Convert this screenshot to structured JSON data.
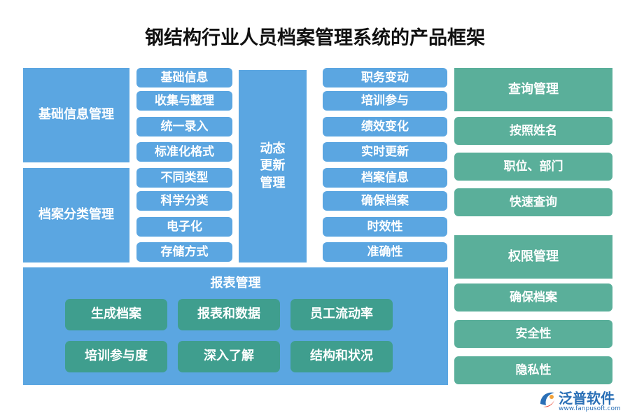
{
  "title": "钢结构行业人员档案管理系统的产品框架",
  "left_sections": [
    {
      "label": "基础信息管理",
      "items": [
        "基础信息",
        "收集与整理",
        "统一录入",
        "标准化格式"
      ]
    },
    {
      "label": "档案分类管理",
      "items": [
        "不同类型",
        "科学分类",
        "电子化",
        "存储方式"
      ]
    }
  ],
  "center": {
    "label_lines": [
      "动态",
      "更新",
      "管理"
    ]
  },
  "right_column": [
    "职务变动",
    "培训参与",
    "绩效变化",
    "实时更新",
    "档案信息",
    "确保档案",
    "时效性",
    "准确性"
  ],
  "report": {
    "title": "报表管理",
    "items": [
      "生成档案",
      "报表和数据",
      "员工流动率",
      "培训参与度",
      "深入了解",
      "结构和状况"
    ]
  },
  "query": {
    "label": "查询管理",
    "items": [
      "按照姓名",
      "职位、部门",
      "快速查询"
    ]
  },
  "permission": {
    "label": "权限管理",
    "items": [
      "确保档案",
      "安全性",
      "隐私性"
    ]
  },
  "logo": {
    "name": "泛普软件",
    "url": "www.fanpusoft.com"
  }
}
